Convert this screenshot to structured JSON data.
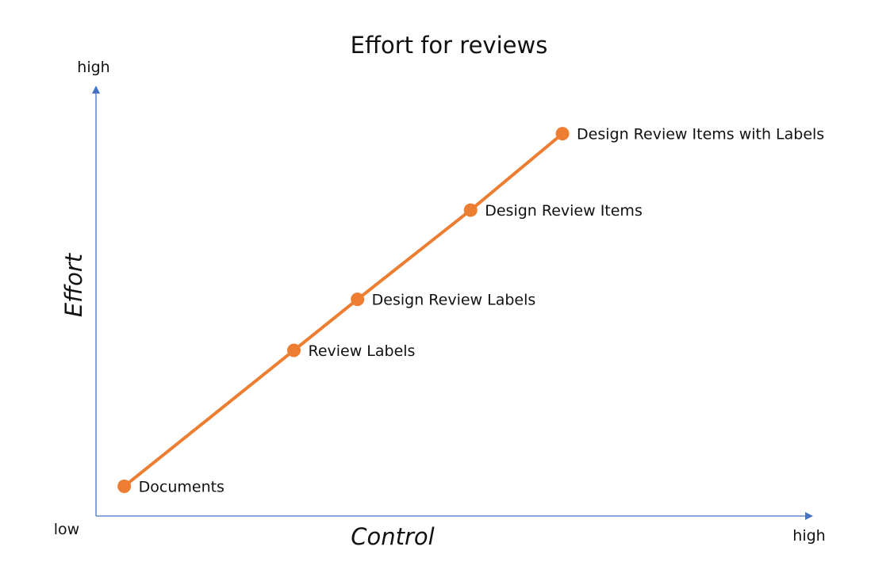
{
  "chart_data": {
    "type": "line",
    "title": "Effort for reviews",
    "xlabel": "Control",
    "ylabel": "Effort",
    "x_axis_ends": {
      "low": "low",
      "high": "high"
    },
    "y_axis_ends": {
      "high": "high"
    },
    "grid": false,
    "legend": "none",
    "xlim": [
      0,
      100
    ],
    "ylim": [
      0,
      100
    ],
    "series": [
      {
        "color": "#ED7D31",
        "points": [
          {
            "label": "Documents",
            "x": 4,
            "y": 7
          },
          {
            "label": "Review Labels",
            "x": 28,
            "y": 39
          },
          {
            "label": "Design Review Labels",
            "x": 37,
            "y": 51
          },
          {
            "label": "Design Review Items",
            "x": 53,
            "y": 72
          },
          {
            "label": "Design Review Items with Labels",
            "x": 66,
            "y": 90
          }
        ]
      }
    ],
    "axis_color": "#4472C4"
  }
}
